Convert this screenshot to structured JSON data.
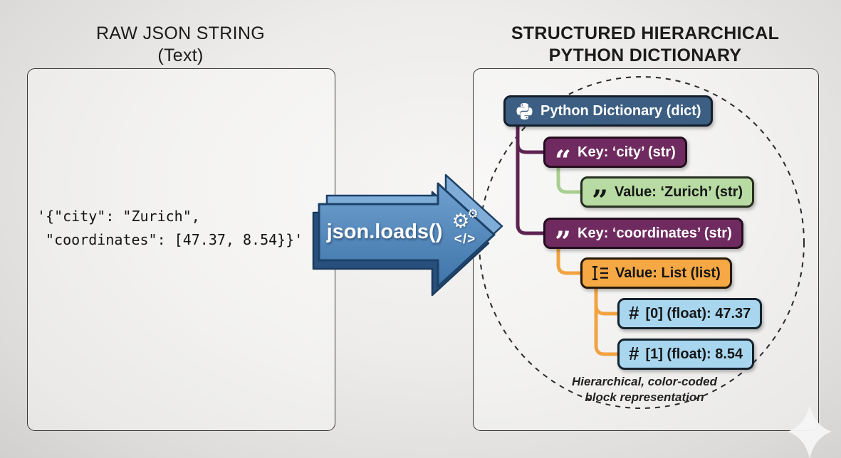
{
  "left": {
    "title_line1": "RAW JSON STRING",
    "title_line2": "(Text)",
    "json_lines": [
      "'{\"city\": \"Zurich\",",
      " \"coordinates\": [47.37, 8.54}}'"
    ]
  },
  "arrow": {
    "label": "json.loads()"
  },
  "icons": {
    "open_quote": "“",
    "close_quote": "”",
    "hash": "#",
    "gear": "⚙",
    "code": "</>"
  },
  "right": {
    "title_line1": "STRUCTURED HIERARCHICAL",
    "title_line2": "PYTHON DICTIONARY",
    "caption_line1": "Hierarchical, color-coded",
    "caption_line2": "block representation",
    "nodes": [
      {
        "id": "dict",
        "icon": "python-logo",
        "label": "Python Dictionary (dict)",
        "fill": "#3c5e82",
        "text": "#ffffff"
      },
      {
        "id": "key-city",
        "icon": "open-quote",
        "label": "Key: ‘city’ (str)",
        "fill": "#6f2b5f",
        "text": "#ffffff"
      },
      {
        "id": "value-city",
        "icon": "close-quote",
        "label": "Value: ‘Zurich’ (str)",
        "fill": "#b7dba3",
        "text": "#161616"
      },
      {
        "id": "key-coordinates",
        "icon": "close-quote",
        "label": "Key: ‘coordinates’ (str)",
        "fill": "#6f2b5f",
        "text": "#ffffff"
      },
      {
        "id": "value-list",
        "icon": "list",
        "label": "Value: List (list)",
        "fill": "#f6a844",
        "text": "#161616"
      },
      {
        "id": "item-0",
        "icon": "hash",
        "label": "[0] (float): 47.37",
        "fill": "#a9d6ef",
        "text": "#161616"
      },
      {
        "id": "item-1",
        "icon": "hash",
        "label": "[1] (float): 8.54",
        "fill": "#a9d6ef",
        "text": "#161616"
      }
    ]
  },
  "palette": {
    "arrow_fill_top": "#6fa0cf",
    "arrow_fill_bottom": "#3e74a9",
    "arrow_border": "#1c4166",
    "arrow_back_light": "#7fadd8",
    "arrow_shadow_dark": "#27507d",
    "connector_dict": "#5f2352",
    "connector_str": "#a9cf90",
    "connector_list": "#f2a341",
    "panel_border": "#3a3a3a",
    "dashed_circle": "#2a2a2a"
  }
}
